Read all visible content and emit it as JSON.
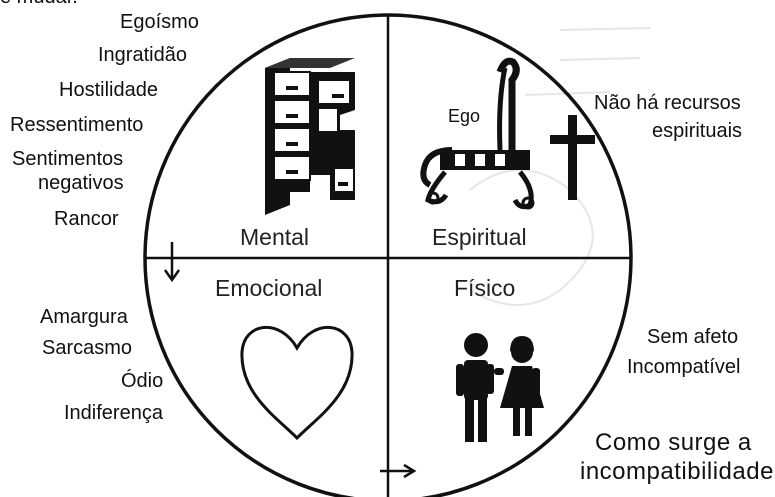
{
  "top_cut_text": "e mudar.",
  "left_terms_top": [
    "Egoísmo",
    "Ingratidão",
    "Hostilidade",
    "Ressentimento",
    "Sentimentos",
    "negativos",
    "Rancor"
  ],
  "left_terms_bottom": [
    "Amargura",
    "Sarcasmo",
    "Ódio",
    "Indiferença"
  ],
  "right_top_note": [
    "Não há recursos",
    "espirituais"
  ],
  "right_bottom_note": [
    "Sem afeto",
    "Incompatível"
  ],
  "caption": [
    "Como surge a",
    "incompatibilidade"
  ],
  "quadrants": {
    "mental": "Mental",
    "espiritual": "Espiritual",
    "emocional": "Emocional",
    "fisico": "Físico"
  },
  "ego_label": "Ego"
}
